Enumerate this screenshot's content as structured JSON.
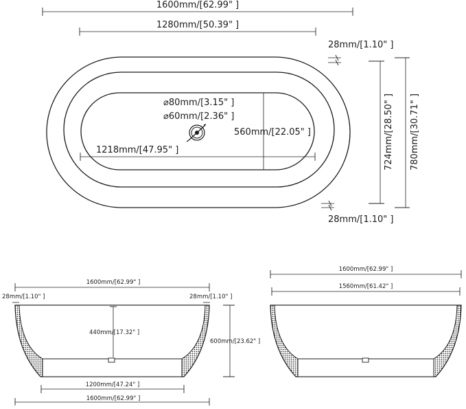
{
  "top_view": {
    "overall_length": "1600mm/[62.99\" ]",
    "inner_length": "1280mm/[50.39\" ]",
    "rim_top": "28mm/[1.10\" ]",
    "rim_bottom": "28mm/[1.10\" ]",
    "drain_outer": "⌀80mm/[3.15\" ]",
    "drain_inner": "⌀60mm/[2.36\" ]",
    "basin_width": "560mm/[22.05\" ]",
    "basin_length": "1218mm/[47.95\" ]",
    "inner_width": "724mm/[28.50\" ]",
    "overall_width": "780mm/[30.71\" ]"
  },
  "side_view": {
    "top_length": "1600mm/[62.99\" ]",
    "rim_left": "28mm/[1.10\" ]",
    "rim_right": "28mm/[1.10\" ]",
    "depth": "440mm/[17.32\" ]",
    "height": "600mm/[23.62\" ]",
    "base_length": "1200mm/[47.24\" ]",
    "bottom_length": "1600mm/[62.99\" ]"
  },
  "end_view": {
    "overall_length": "1600mm/[62.99\" ]",
    "inner_length": "1560mm/[61.42\" ]"
  }
}
